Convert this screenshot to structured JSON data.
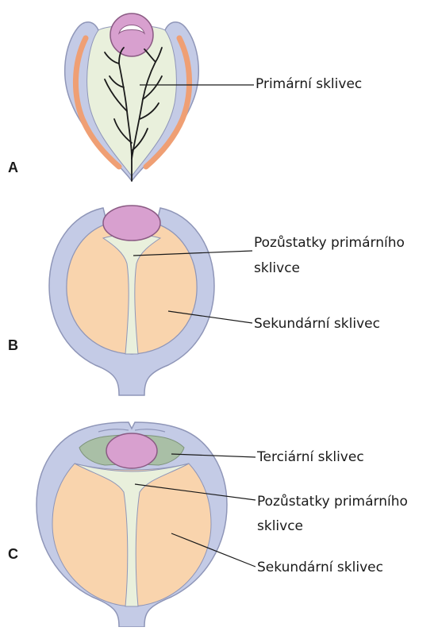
{
  "panels": [
    {
      "letter": "A",
      "labels": [
        "Primární sklivec"
      ]
    },
    {
      "letter": "B",
      "labels": [
        "Pozůstatky primárního",
        "sklivce",
        "Sekundární sklivec"
      ]
    },
    {
      "letter": "C",
      "labels": [
        "Terciární sklivec",
        "Pozůstatky primárního",
        "sklivce",
        "Sekundární sklivec"
      ]
    }
  ],
  "colors": {
    "optic_cup": "#c4cbe6",
    "optic_cup_outline": "#8f96b8",
    "lens": "#d8a0cf",
    "primary_vitreous": "#e9f0dc",
    "secondary_vitreous": "#f9d4ad",
    "tertiary_vitreous": "#a9bfa6",
    "vessels": "#1a1a1a",
    "retina_accent": "#ef9f74"
  }
}
